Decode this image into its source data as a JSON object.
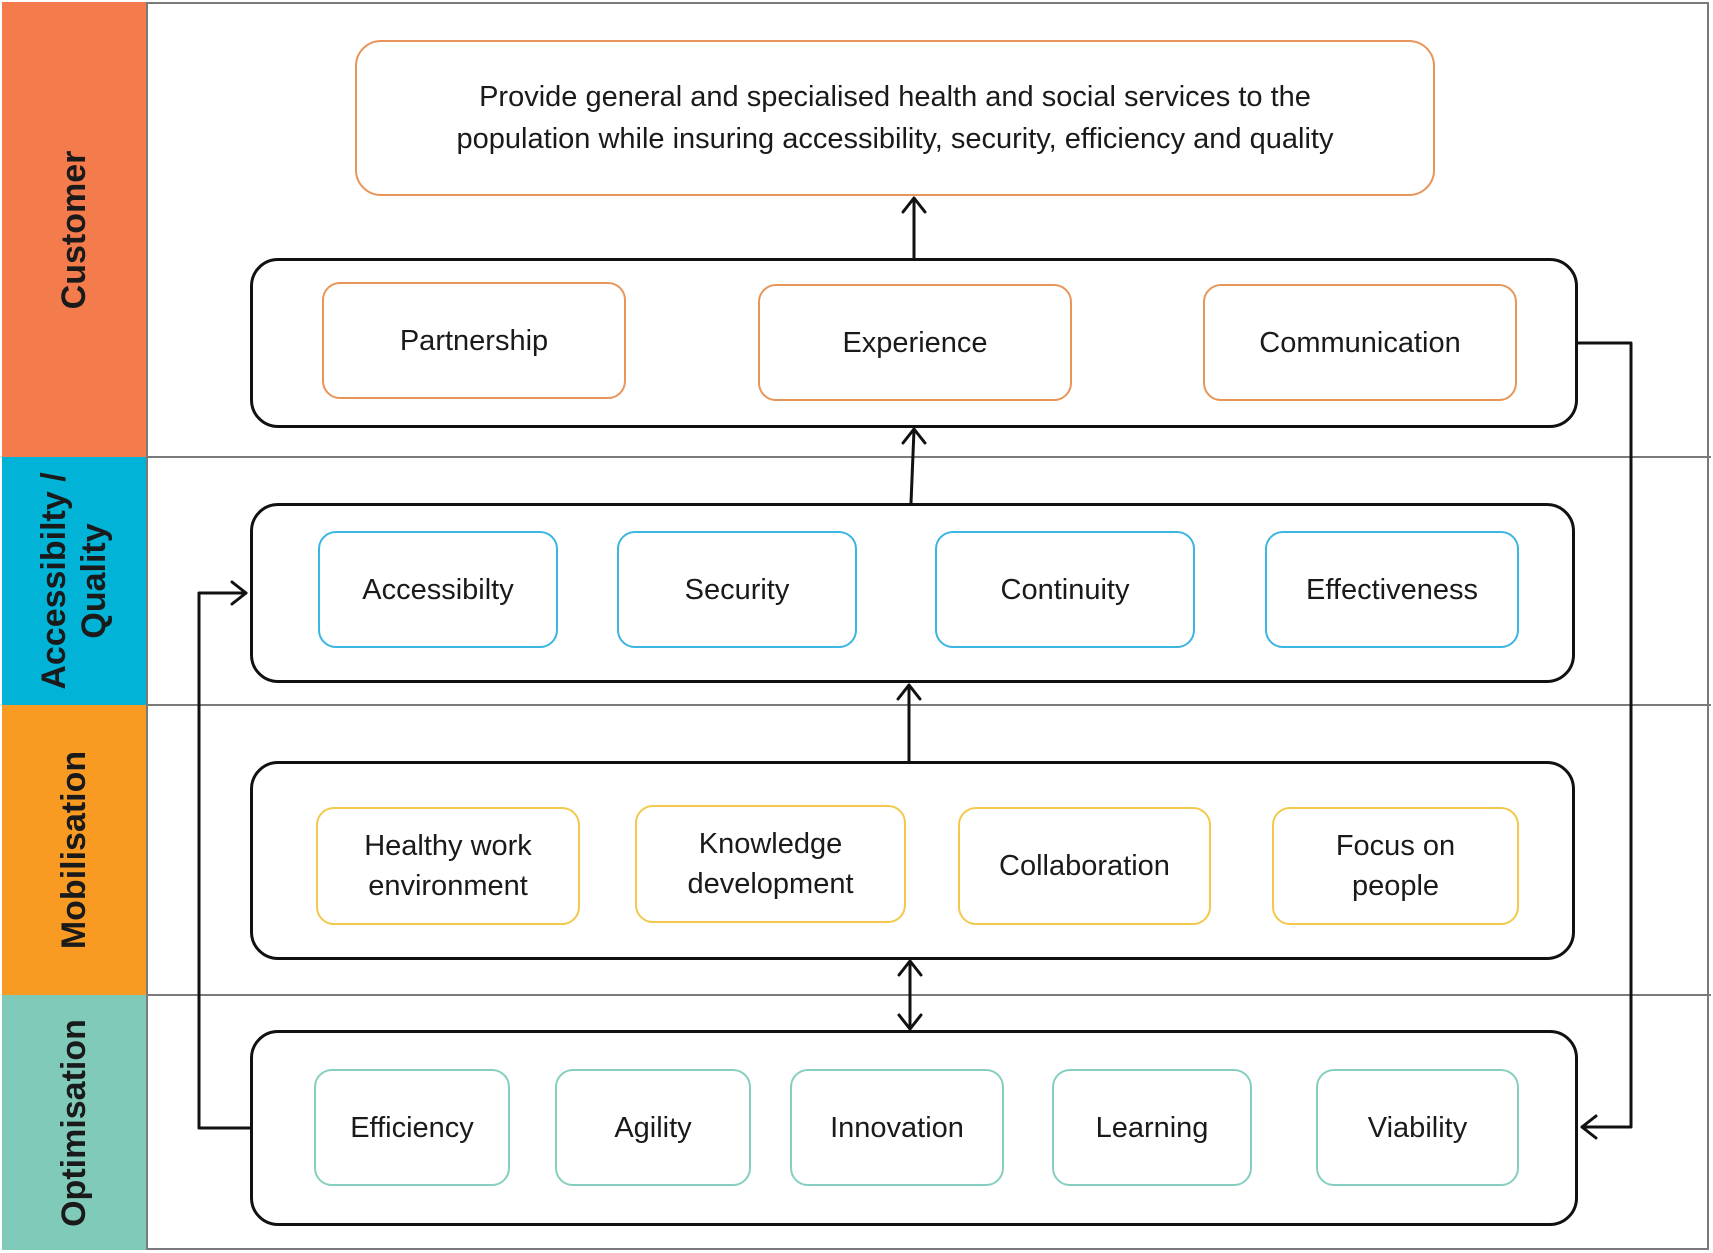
{
  "lanes": [
    {
      "lines": [
        "Customer"
      ],
      "color": "#f47b4b"
    },
    {
      "lines": [
        "Accessibilty /",
        "Quality"
      ],
      "color": "#00b3d7"
    },
    {
      "lines": [
        "Mobilisation"
      ],
      "color": "#f99b22"
    },
    {
      "lines": [
        "Optimisation"
      ],
      "color": "#7fcab9"
    }
  ],
  "goal": {
    "lines": [
      "Provide general and specialised health and social services to the",
      "population while insuring accessibility, security, efficiency and quality"
    ]
  },
  "customer_group": {
    "items": [
      {
        "lines": [
          "Partnership"
        ]
      },
      {
        "lines": [
          "Experience"
        ]
      },
      {
        "lines": [
          "Communication"
        ]
      }
    ]
  },
  "accessibility_group": {
    "items": [
      {
        "lines": [
          "Accessibilty"
        ]
      },
      {
        "lines": [
          "Security"
        ]
      },
      {
        "lines": [
          "Continuity"
        ]
      },
      {
        "lines": [
          "Effectiveness"
        ]
      }
    ]
  },
  "mobilisation_group": {
    "items": [
      {
        "lines": [
          "Healthy work",
          "environment"
        ]
      },
      {
        "lines": [
          "Knowledge",
          "development"
        ]
      },
      {
        "lines": [
          "Collaboration"
        ]
      },
      {
        "lines": [
          "Focus on",
          "people"
        ]
      }
    ]
  },
  "optimisation_group": {
    "items": [
      {
        "lines": [
          "Efficiency"
        ]
      },
      {
        "lines": [
          "Agility"
        ]
      },
      {
        "lines": [
          "Innovation"
        ]
      },
      {
        "lines": [
          "Learning"
        ]
      },
      {
        "lines": [
          "Viability"
        ]
      }
    ]
  }
}
